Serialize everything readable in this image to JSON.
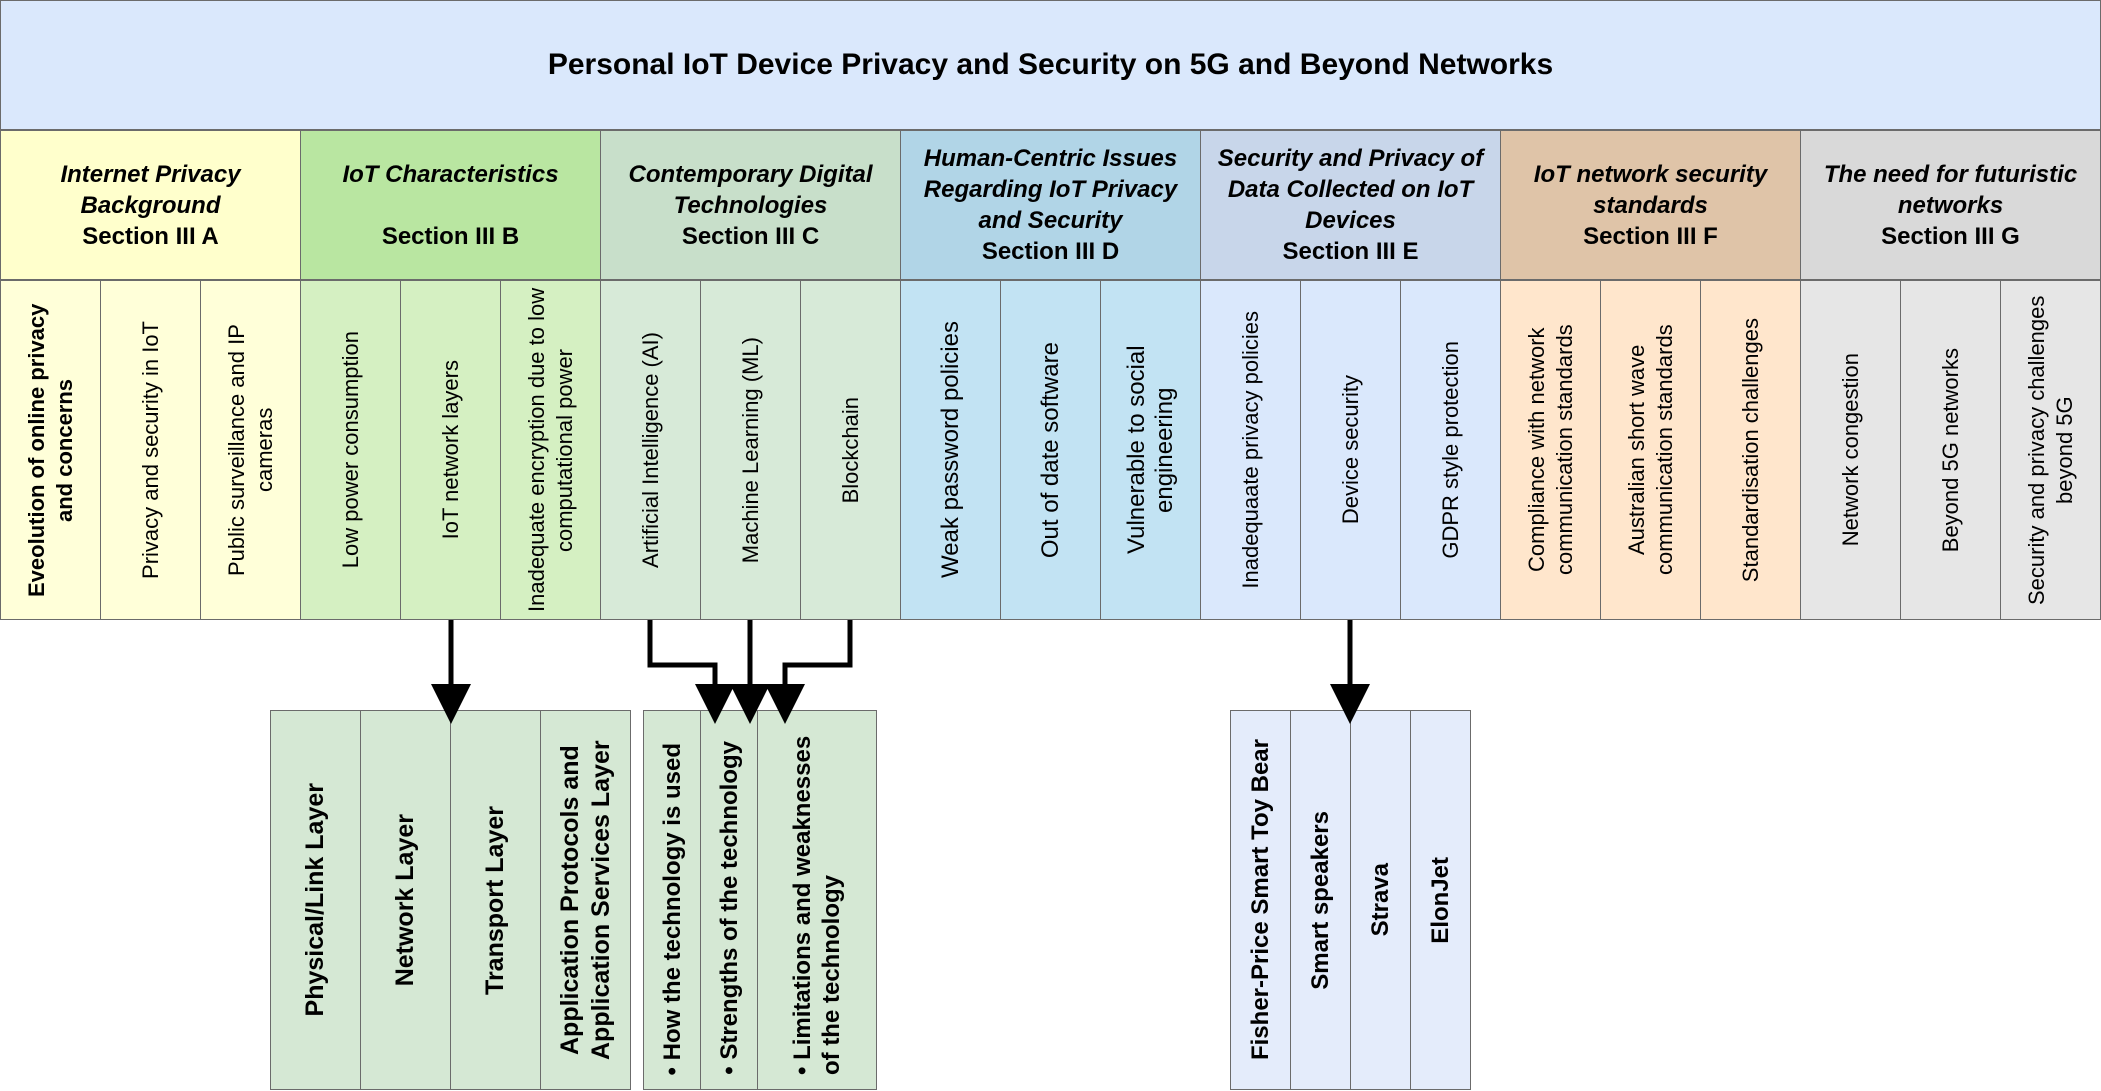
{
  "title": "Personal IoT Device Privacy and Security on 5G and Beyond Networks",
  "colors": {
    "title_bg": "#dae8fc",
    "a": "#ffffcc",
    "a_sub": "#ffffd9",
    "b": "#b9e6a1",
    "b_sub": "#d5f0c2",
    "c": "#c8dfca",
    "c_sub": "#d7ead8",
    "d": "#b1d5e7",
    "d_sub": "#c2e3f3",
    "e": "#c8d6ea",
    "e_sub": "#dae8fc",
    "f": "#dfc4a8",
    "f_sub": "#ffe6cc",
    "g": "#d9d9d9",
    "g_sub": "#e6e6e6",
    "layers_bg": "#d5e8d4",
    "tech_bg": "#d5e8d4",
    "devices_bg": "#e4ecfb"
  },
  "sections": [
    {
      "name": "Internet Privacy Background",
      "label": "Section III A",
      "items": [
        "Eveolution of online privacy and concerns",
        "Privacy and security in IoT",
        "Public surveillance and IP cameras"
      ]
    },
    {
      "name": "IoT Characteristics",
      "label": "Section III B",
      "items": [
        "Low power consumption",
        "IoT network layers",
        "Inadequate encryption due to low computational power"
      ]
    },
    {
      "name": "Contemporary Digital Technologies",
      "label": "Section III C",
      "items": [
        "Artificial Intelligence (AI)",
        "Machine Learning (ML)",
        "Blockchain"
      ]
    },
    {
      "name": "Human-Centric Issues Regarding IoT Privacy and Security",
      "label": "Section III D",
      "items": [
        "Weak password policies",
        "Out of date software",
        "Vulnerable to social engineering"
      ]
    },
    {
      "name": "Security and Privacy of Data Collected on IoT Devices",
      "label": "Section III E",
      "items": [
        "Inadequaate privacy policies",
        "Device security",
        "GDPR style protection"
      ]
    },
    {
      "name": "IoT network security standards",
      "label": "Section III F",
      "items": [
        "Compliance with network communication standards",
        "Australian short wave communication standards",
        "Standardisation challenges"
      ]
    },
    {
      "name": "The need for futuristic networks",
      "label": "Section III G",
      "items": [
        "Network congestion",
        "Beyond 5G networks",
        "Security and privacy challenges beyond 5G"
      ]
    }
  ],
  "layers": [
    "Physical/Link Layer",
    "Network Layer",
    "Transport Layer",
    "Application Protocols and Application Services Layer"
  ],
  "technology_aspects": [
    "How the technology is used",
    "Strengths of the technology",
    "Limitations and weaknesses of the technology"
  ],
  "devices": [
    "Fisher-Price Smart Toy Bear",
    "Smart speakers",
    "Strava",
    "ElonJet"
  ]
}
